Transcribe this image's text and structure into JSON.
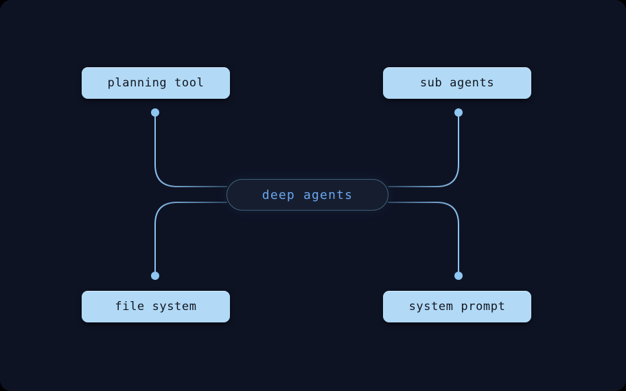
{
  "diagram": {
    "title": "deep agents",
    "background_color": "#0e1324",
    "center": {
      "label": "deep agents",
      "fill": "#161d2e",
      "border_color": "#3c5f79",
      "text_color": "#6aa7f0"
    },
    "leaf_style": {
      "fill": "#b2daf7",
      "text_color": "#11161f"
    },
    "connector_style": {
      "stroke_bright": "#8cc3ef",
      "stroke_dim": "#35506b",
      "dot_color": "#90c6f2"
    },
    "nodes": [
      {
        "id": "planning-tool",
        "label": "planning tool",
        "position": "top-left"
      },
      {
        "id": "sub-agents",
        "label": "sub agents",
        "position": "top-right"
      },
      {
        "id": "file-system",
        "label": "file system",
        "position": "bottom-left"
      },
      {
        "id": "system-prompt",
        "label": "system prompt",
        "position": "bottom-right"
      }
    ]
  }
}
